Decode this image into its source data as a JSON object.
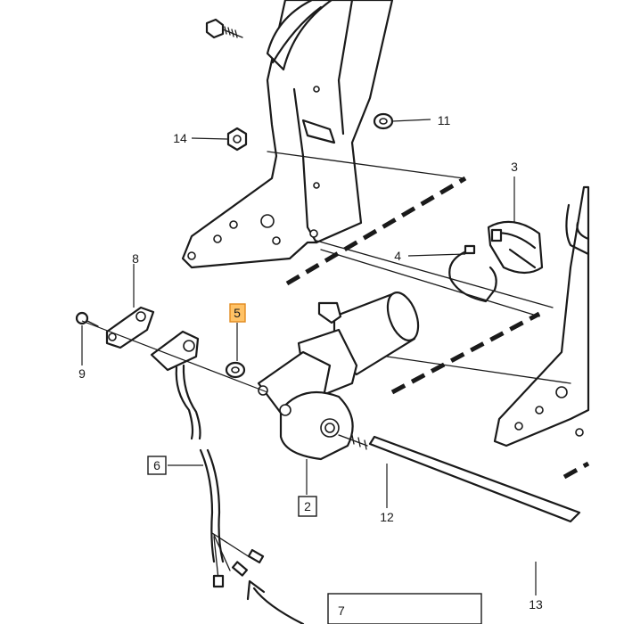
{
  "diagram": {
    "callouts": [
      {
        "id": "c2",
        "label": "2",
        "boxed": true,
        "highlighted": false
      },
      {
        "id": "c3",
        "label": "3",
        "boxed": false,
        "highlighted": false
      },
      {
        "id": "c4",
        "label": "4",
        "boxed": false,
        "highlighted": false
      },
      {
        "id": "c5",
        "label": "5",
        "boxed": true,
        "highlighted": true
      },
      {
        "id": "c6",
        "label": "6",
        "boxed": true,
        "highlighted": false
      },
      {
        "id": "c7",
        "label": "7",
        "boxed": true,
        "highlighted": false
      },
      {
        "id": "c8",
        "label": "8",
        "boxed": false,
        "highlighted": false
      },
      {
        "id": "c9",
        "label": "9",
        "boxed": false,
        "highlighted": false
      },
      {
        "id": "c11",
        "label": "11",
        "boxed": false,
        "highlighted": false
      },
      {
        "id": "c12",
        "label": "12",
        "boxed": false,
        "highlighted": false
      },
      {
        "id": "c13",
        "label": "13",
        "boxed": false,
        "highlighted": false
      },
      {
        "id": "c14",
        "label": "14",
        "boxed": false,
        "highlighted": false
      }
    ],
    "highlight_color": "#ffc266"
  }
}
